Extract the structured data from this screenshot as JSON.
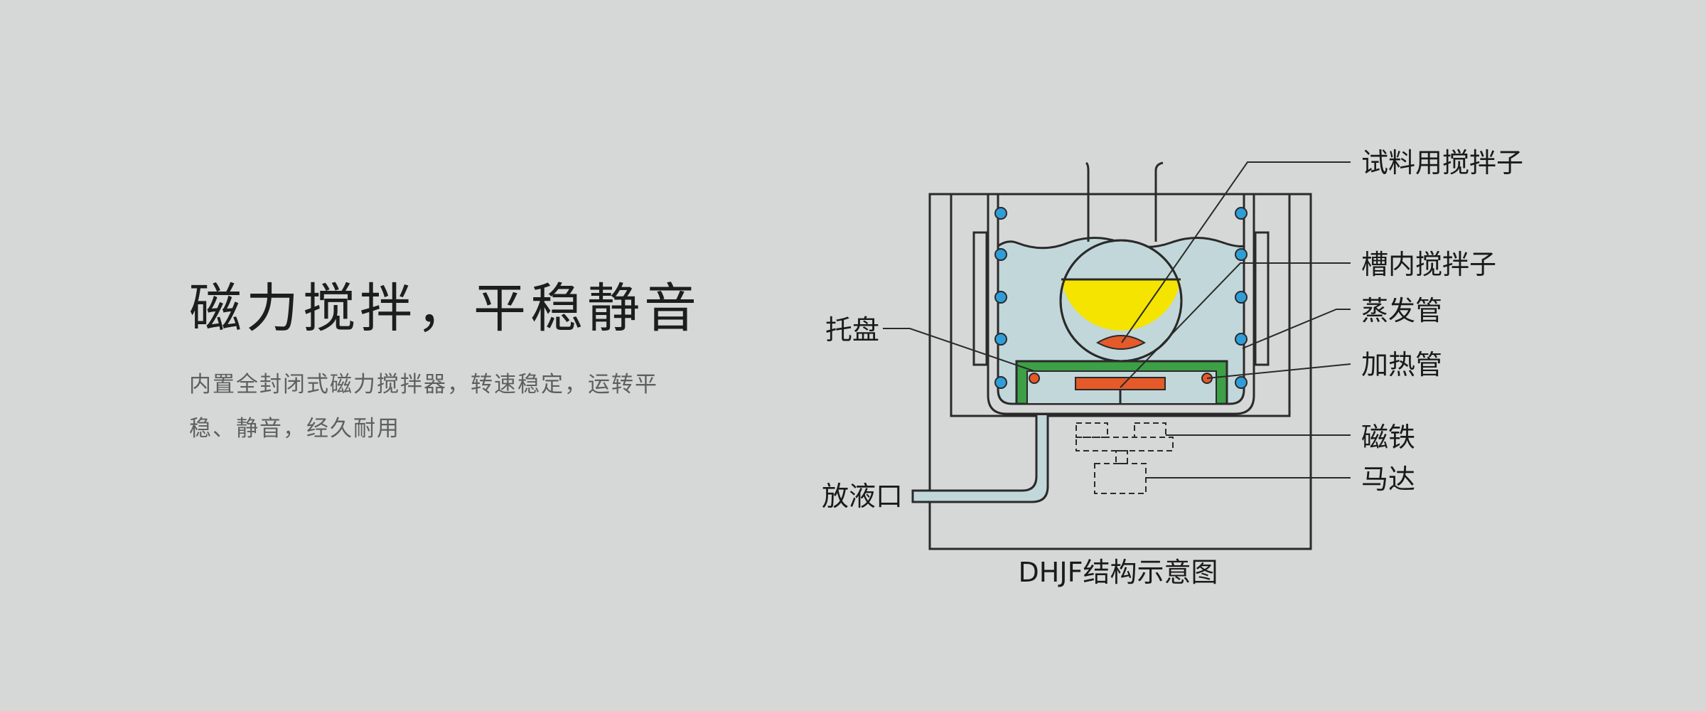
{
  "colors": {
    "background": "#d6d8d7",
    "liquid": "#c2d7da",
    "flask": "#f4e400",
    "tray": "#3da046",
    "stirrer": "#e55a28",
    "bead": "#2f9ed8",
    "outline": "#2a2a2a"
  },
  "text": {
    "headline": "磁力搅拌，平稳静音",
    "description": "内置全封闭式磁力搅拌器，转速稳定，运转平稳、静音，经久耐用"
  },
  "diagram": {
    "caption": "DHJF结构示意图",
    "labels": {
      "sample_stirrer": "试料用搅拌子",
      "bath_stirrer": "槽内搅拌子",
      "evaporator": "蒸发管",
      "heater": "加热管",
      "magnet": "磁铁",
      "motor": "马达",
      "tray": "托盘",
      "drain": "放液口"
    }
  }
}
